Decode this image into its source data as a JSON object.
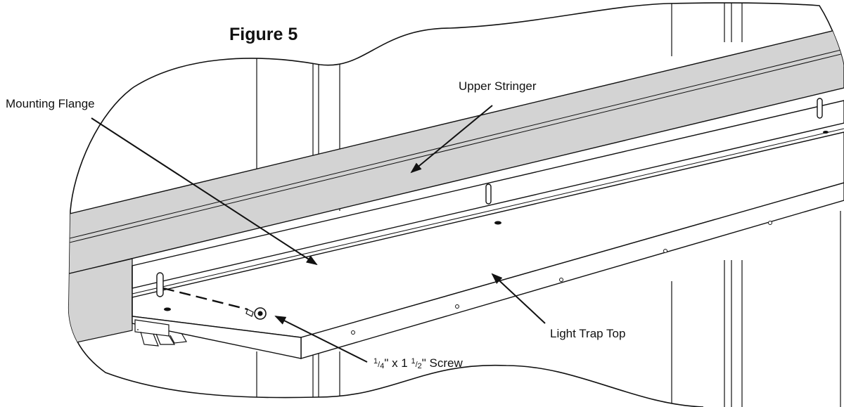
{
  "figure": {
    "title": "Figure 5"
  },
  "labels": {
    "mounting_flange": "Mounting Flange",
    "upper_stringer": "Upper Stringer",
    "light_trap_top": "Light Trap Top",
    "screw": {
      "num1": "1",
      "den1": "4",
      "mid": "\" x 1 ",
      "num2": "1",
      "den2": "2",
      "tail": "\" Screw"
    }
  },
  "colors": {
    "stringer_fill": "#d3d3d3",
    "line": "#111111",
    "background": "#ffffff"
  }
}
